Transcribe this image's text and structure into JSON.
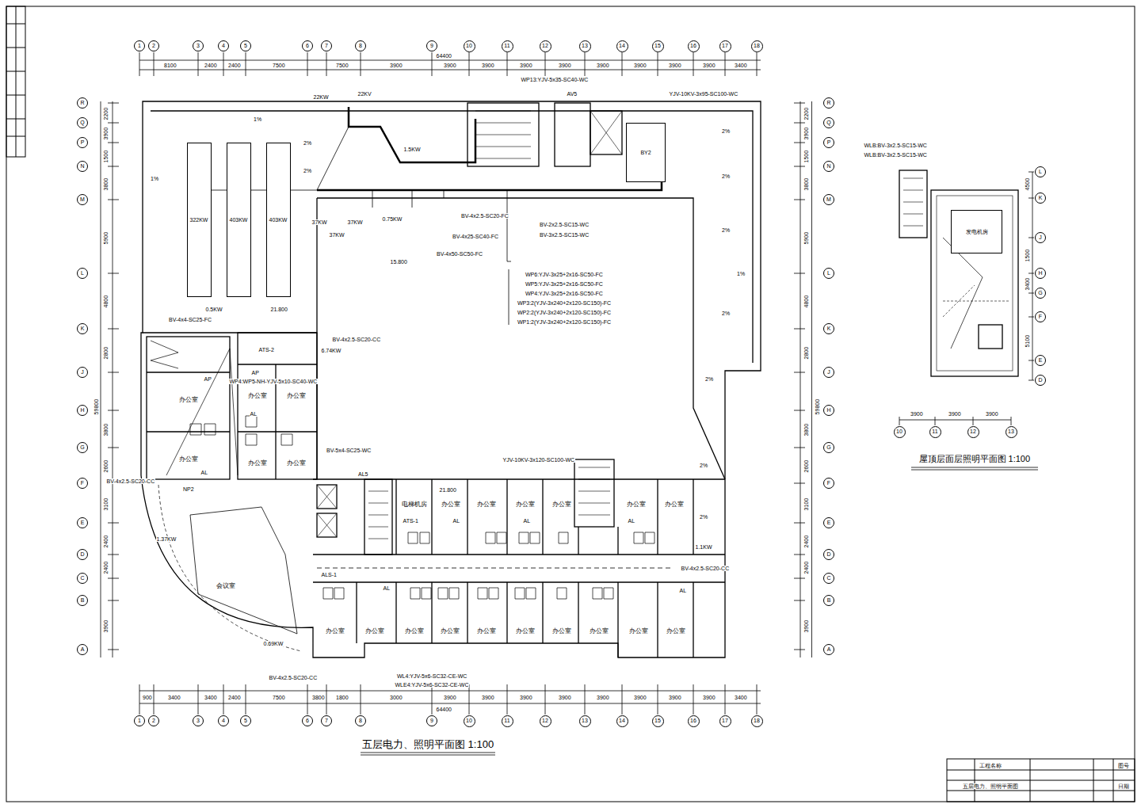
{
  "diagram": {
    "title": "五层电力、照明平面图 1:100",
    "nodes": [
      {
        "text": [
          "1"
        ]
      },
      {
        "text": [
          "2"
        ]
      },
      {
        "text": [
          "3"
        ]
      },
      {
        "text": [
          "4"
        ]
      },
      {
        "text": [
          "5"
        ]
      },
      {
        "text": [
          "6"
        ]
      },
      {
        "text": [
          "7"
        ]
      },
      {
        "text": [
          "8"
        ]
      },
      {
        "text": [
          "9"
        ]
      },
      {
        "text": [
          "10"
        ]
      },
      {
        "text": [
          "11"
        ]
      },
      {
        "text": [
          "12"
        ]
      },
      {
        "text": [
          "13"
        ]
      },
      {
        "text": [
          "14"
        ]
      },
      {
        "text": [
          "15"
        ]
      },
      {
        "text": [
          "16"
        ]
      },
      {
        "text": [
          "17"
        ]
      },
      {
        "text": [
          "18"
        ]
      },
      {
        "text": [
          "1"
        ]
      },
      {
        "text": [
          "2"
        ]
      },
      {
        "text": [
          "3"
        ]
      },
      {
        "text": [
          "4"
        ]
      },
      {
        "text": [
          "5"
        ]
      },
      {
        "text": [
          "6"
        ]
      },
      {
        "text": [
          "7"
        ]
      },
      {
        "text": [
          "8"
        ]
      },
      {
        "text": [
          "9"
        ]
      },
      {
        "text": [
          "10"
        ]
      },
      {
        "text": [
          "11"
        ]
      },
      {
        "text": [
          "12"
        ]
      },
      {
        "text": [
          "13"
        ]
      },
      {
        "text": [
          "14"
        ]
      },
      {
        "text": [
          "15"
        ]
      },
      {
        "text": [
          "16"
        ]
      },
      {
        "text": [
          "17"
        ]
      },
      {
        "text": [
          "18"
        ]
      },
      {
        "text": [
          "R"
        ]
      },
      {
        "text": [
          "Q"
        ]
      },
      {
        "text": [
          "P"
        ]
      },
      {
        "text": [
          "N"
        ]
      },
      {
        "text": [
          "M"
        ]
      },
      {
        "text": [
          "L"
        ]
      },
      {
        "text": [
          "K"
        ]
      },
      {
        "text": [
          "J"
        ]
      },
      {
        "text": [
          "H"
        ]
      },
      {
        "text": [
          "G"
        ]
      },
      {
        "text": [
          "F"
        ]
      },
      {
        "text": [
          "E"
        ]
      },
      {
        "text": [
          "D"
        ]
      },
      {
        "text": [
          "C"
        ]
      },
      {
        "text": [
          "B"
        ]
      },
      {
        "text": [
          "A"
        ]
      },
      {
        "text": [
          "R"
        ]
      },
      {
        "text": [
          "Q"
        ]
      },
      {
        "text": [
          "P"
        ]
      },
      {
        "text": [
          "N"
        ]
      },
      {
        "text": [
          "M"
        ]
      },
      {
        "text": [
          "L"
        ]
      },
      {
        "text": [
          "K"
        ]
      },
      {
        "text": [
          "J"
        ]
      },
      {
        "text": [
          "H"
        ]
      },
      {
        "text": [
          "G"
        ]
      },
      {
        "text": [
          "F"
        ]
      },
      {
        "text": [
          "E"
        ]
      },
      {
        "text": [
          "D"
        ]
      },
      {
        "text": [
          "C"
        ]
      },
      {
        "text": [
          "B"
        ]
      },
      {
        "text": [
          "A"
        ]
      },
      {
        "text": [
          "10"
        ]
      },
      {
        "text": [
          "11"
        ]
      },
      {
        "text": [
          "12"
        ]
      },
      {
        "text": [
          "13"
        ]
      },
      {
        "text": [
          "L"
        ]
      },
      {
        "text": [
          "K"
        ]
      },
      {
        "text": [
          "J"
        ]
      },
      {
        "text": [
          "H"
        ]
      },
      {
        "text": [
          "G"
        ]
      },
      {
        "text": [
          "F"
        ]
      },
      {
        "text": [
          "E"
        ]
      },
      {
        "text": [
          "D"
        ]
      },
      {
        "text": [
          "322KW"
        ]
      },
      {
        "text": [
          "403KW"
        ]
      },
      {
        "text": [
          "403KW"
        ]
      },
      {
        "text": [
          "BY2"
        ]
      },
      {
        "text": [
          "发电机房"
        ]
      },
      {
        "text": [
          "办公室"
        ]
      },
      {
        "text": [
          "办公室"
        ]
      },
      {
        "text": [
          "办公室"
        ]
      },
      {
        "text": [
          "办公室"
        ]
      },
      {
        "text": [
          "办公室"
        ]
      },
      {
        "text": [
          "办公室"
        ]
      },
      {
        "text": [
          "会议室"
        ]
      },
      {
        "text": [
          "电梯机房"
        ]
      },
      {
        "text": [
          "办公室"
        ]
      },
      {
        "text": [
          "办公室"
        ]
      },
      {
        "text": [
          "办公室"
        ]
      },
      {
        "text": [
          "办公室"
        ]
      },
      {
        "text": [
          "办公室"
        ]
      },
      {
        "text": [
          "办公室"
        ]
      },
      {
        "text": [
          "办公室"
        ]
      },
      {
        "text": [
          "办公室"
        ]
      },
      {
        "text": [
          "办公室"
        ]
      },
      {
        "text": [
          "办公室"
        ]
      },
      {
        "text": [
          "办公室"
        ]
      },
      {
        "text": [
          "办公室"
        ]
      },
      {
        "text": [
          "办公室"
        ]
      },
      {
        "text": [
          "办公室"
        ]
      },
      {
        "text": [
          "办公室"
        ]
      },
      {
        "text": [
          "办公室"
        ]
      }
    ],
    "labels": [
      "8100",
      "2400",
      "2400",
      "7500",
      "7500",
      "3900",
      "3900",
      "3900",
      "3900",
      "3900",
      "3900",
      "3900",
      "3900",
      "3900",
      "3400",
      "64400",
      "900",
      "3400",
      "3400",
      "2400",
      "7500",
      "3800",
      "1800",
      "3000",
      "3900",
      "3900",
      "3900",
      "3900",
      "3900",
      "3900",
      "3900",
      "3900",
      "3400",
      "64400",
      "2200",
      "3900",
      "1500",
      "3800",
      "5900",
      "4800",
      "2800",
      "3800",
      "2600",
      "3100",
      "2400",
      "2400",
      "3900",
      "59800",
      "2200",
      "3900",
      "1500",
      "3800",
      "5900",
      "4800",
      "2800",
      "3800",
      "2600",
      "3100",
      "2400",
      "2400",
      "3900",
      "59800",
      "3900",
      "3900",
      "3900",
      "4500",
      "1500",
      "3400",
      "5100",
      "22KW",
      "22KV",
      "WP13:YJV-5x35-SC40-WC",
      "AV5",
      "YJV-10KV-3x95-SC100-WC",
      "1.5KW",
      "37KW",
      "37KW",
      "0.75KW",
      "37KW",
      "BV-4x2.5-SC20-FC",
      "BV-4x25-SC40-FC",
      "BV-4x50-SC50-FC",
      "BV-2x2.5-SC15-WC",
      "BV-3x2.5-SC15-WC",
      "15.800",
      "WP6:YJV-3x25+2x16-SC50-FC",
      "WP5:YJV-3x25+2x16-SC50-FC",
      "WP4:YJV-3x25+2x16-SC50-FC",
      "WP3:2(YJV-3x240+2x120-SC150)-FC",
      "WP2:2(YJV-3x240+2x120-SC150)-FC",
      "WP1:2(YJV-3x240+2x120-SC150)-FC",
      "21.800",
      "0.5KW",
      "BV-4x4-SC25-FC",
      "BV-4x2.5-SC20-CC",
      "6.74KW",
      "ATS-2",
      "WP4:WP5-NH-YJV-5x10-SC40-WC",
      "AP",
      "AP",
      "AL",
      "AL",
      "BV-5x4-SC25-WC",
      "AL5",
      "BV-4x2.5-SC20-CC",
      "NP2",
      "21.800",
      "YJV-10KV-3x120-SC100-WC",
      "ATS-1",
      "AL",
      "AL",
      "AL",
      "1.37KW",
      "1.1KW",
      "ALS-1",
      "AL",
      "AL",
      "0.69KW",
      "BV-4x2.5-SC20-CC",
      "BV-4x2.5-SC20-CC",
      "WL4:YJV-5x6-SC32-CE-WC",
      "WLE4:YJV-5x6-SC32-CE-WC",
      "2%",
      "2%",
      "2%",
      "2%",
      "2%",
      "2%",
      "2%",
      "1%",
      "1%",
      "1%",
      "2%",
      "2%",
      "WLB:BV-3x2.5-SC15-WC",
      "WLB:BV-3x2.5-SC15-WC",
      "屋顶层面层照明平面图 1:100",
      "工程名称",
      "五层电力、照明平面图",
      "图号",
      "日期"
    ]
  }
}
